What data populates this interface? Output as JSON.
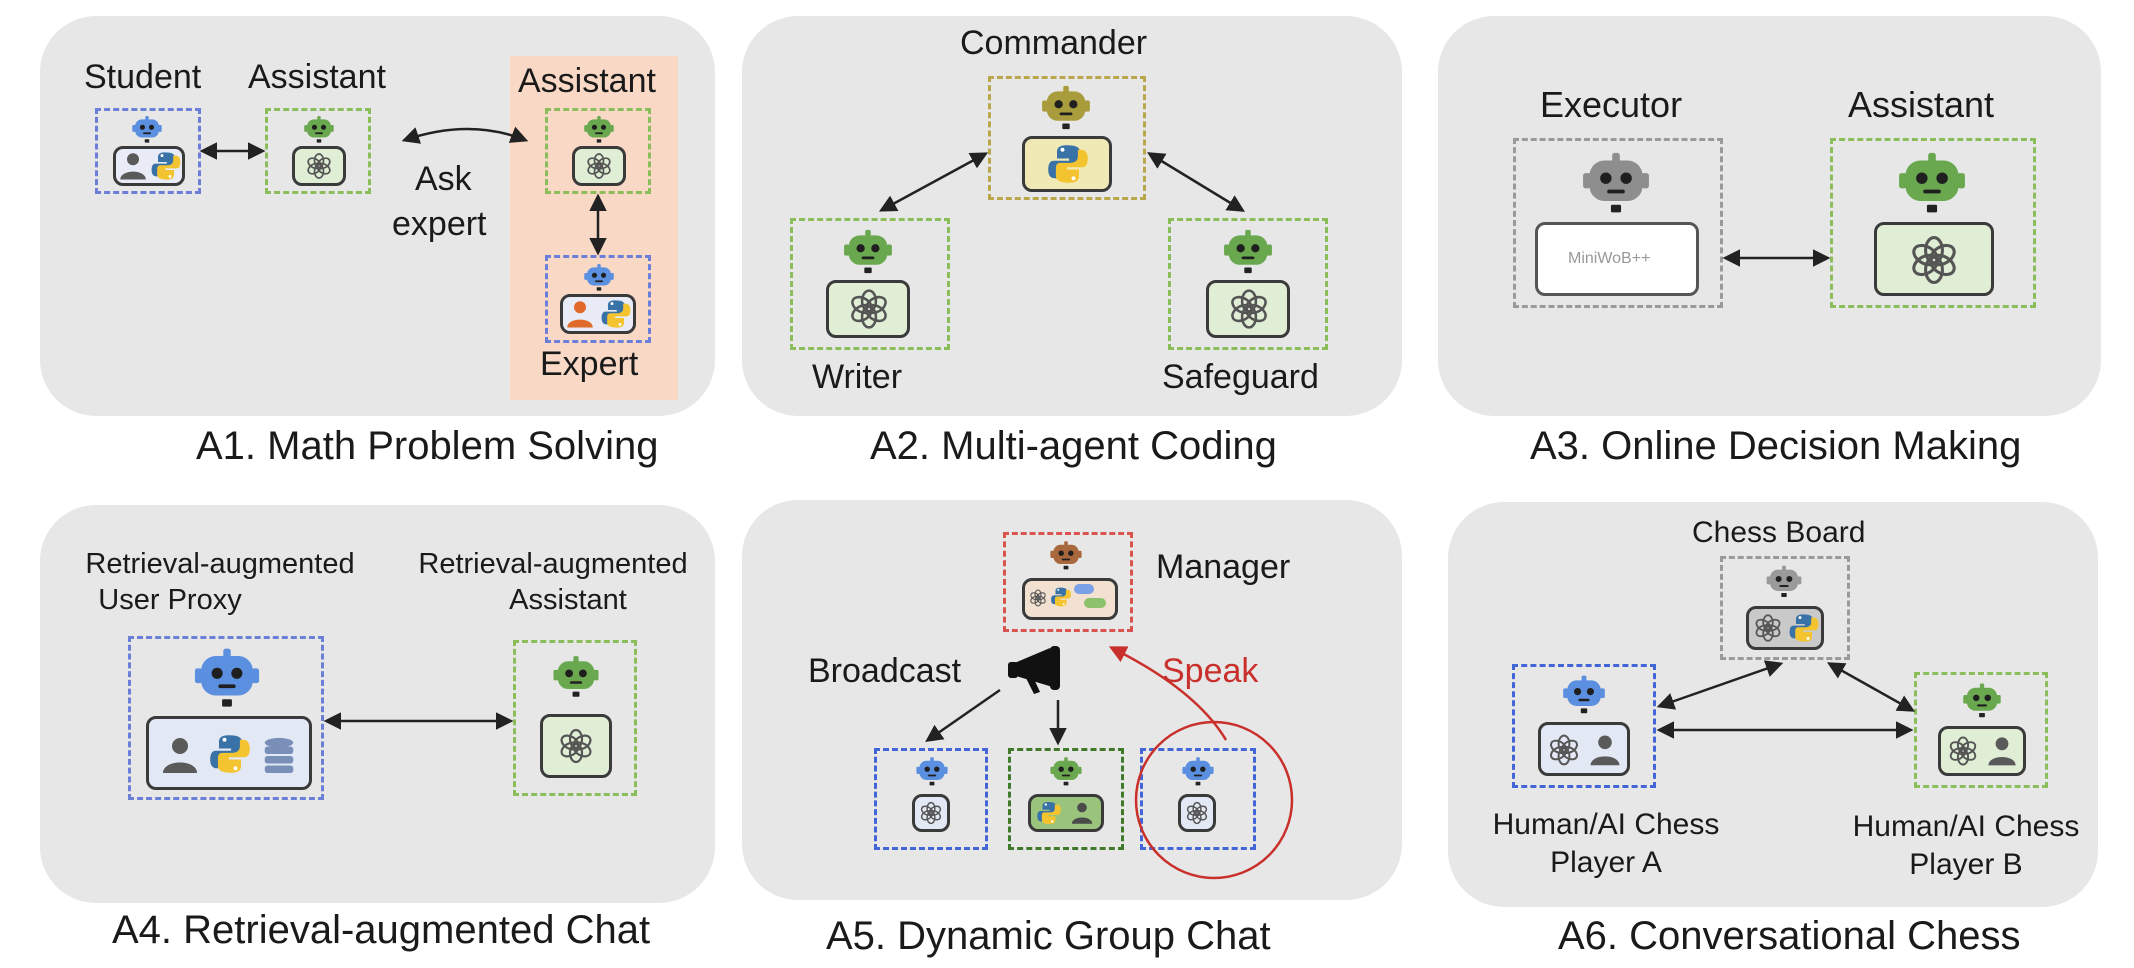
{
  "colors": {
    "panel": "#e7e7e7",
    "robot_blue": "#5b8fe0",
    "robot_green": "#6aa84f",
    "robot_gray": "#8e8e8e",
    "robot_olive": "#a99c3c",
    "robot_brown": "#a8673c",
    "speak_red": "#c9302c",
    "expert_bg": "#f9d9c5"
  },
  "panels": [
    {
      "caption": "A1. Math Problem Solving",
      "labels": {
        "student": "Student",
        "assistant": "Assistant",
        "assistant2": "Assistant",
        "ask": "Ask",
        "expert_word": "expert",
        "expert": "Expert"
      }
    },
    {
      "caption": "A2. Multi-agent Coding",
      "labels": {
        "commander": "Commander",
        "writer": "Writer",
        "safeguard": "Safeguard"
      }
    },
    {
      "caption": "A3. Online Decision Making",
      "labels": {
        "executor": "Executor",
        "assistant": "Assistant",
        "miniwob": "MiniWoB++"
      }
    },
    {
      "caption": "A4. Retrieval-augmented Chat",
      "labels": {
        "user_proxy_1": "Retrieval-augmented",
        "user_proxy_2": "User Proxy",
        "assistant_1": "Retrieval-augmented",
        "assistant_2": "Assistant"
      }
    },
    {
      "caption": "A5. Dynamic Group Chat",
      "labels": {
        "manager": "Manager",
        "broadcast": "Broadcast",
        "speak": "Speak"
      }
    },
    {
      "caption": "A6. Conversational Chess",
      "labels": {
        "board": "Chess Board",
        "player_a_1": "Human/AI Chess",
        "player_a_2": "Player A",
        "player_b_1": "Human/AI Chess",
        "player_b_2": "Player B"
      }
    }
  ],
  "icons": [
    "robot-icon",
    "person-icon",
    "python-icon",
    "openai-icon",
    "database-icon",
    "megaphone-icon"
  ]
}
